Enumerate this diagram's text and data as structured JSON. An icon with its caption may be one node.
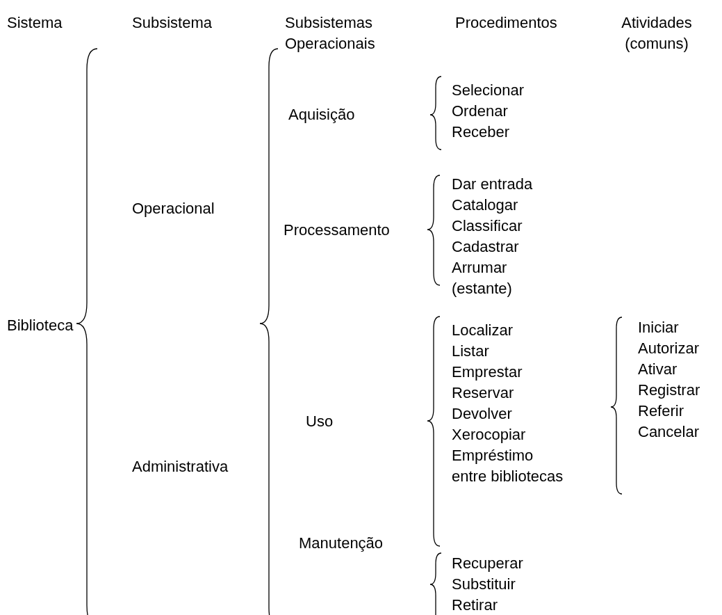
{
  "diagram": {
    "nodes": [
      {
        "text": [
          "Biblioteca"
        ]
      },
      {
        "text": [
          "Operacional"
        ]
      },
      {
        "text": [
          "Administrativa"
        ]
      },
      {
        "text": [
          "Aquisição"
        ]
      },
      {
        "text": [
          "Processamento"
        ]
      },
      {
        "text": [
          "Uso"
        ]
      },
      {
        "text": [
          "Manutenção"
        ]
      },
      {
        "text": [
          "Selecionar",
          "Ordenar",
          "Receber"
        ]
      },
      {
        "text": [
          "Dar entrada",
          "Catalogar",
          "Classificar",
          "Cadastrar",
          "Arrumar (estante)"
        ]
      },
      {
        "text": [
          "Localizar",
          "Listar",
          "Emprestar",
          "Reservar",
          "Devolver",
          "Xerocopiar",
          "Empréstimo entre bibliotecas"
        ]
      },
      {
        "text": [
          "Recuperar",
          "Substituir",
          "Retirar"
        ]
      },
      {
        "text": [
          "Iniciar",
          "Autorizar",
          "Ativar",
          "Registrar",
          "Referir",
          "Cancelar"
        ]
      }
    ],
    "labels": [
      "Sistema",
      "Subsistema",
      "Subsistemas Operacionais",
      "Procedimentos",
      "Atividades (comuns)"
    ]
  }
}
